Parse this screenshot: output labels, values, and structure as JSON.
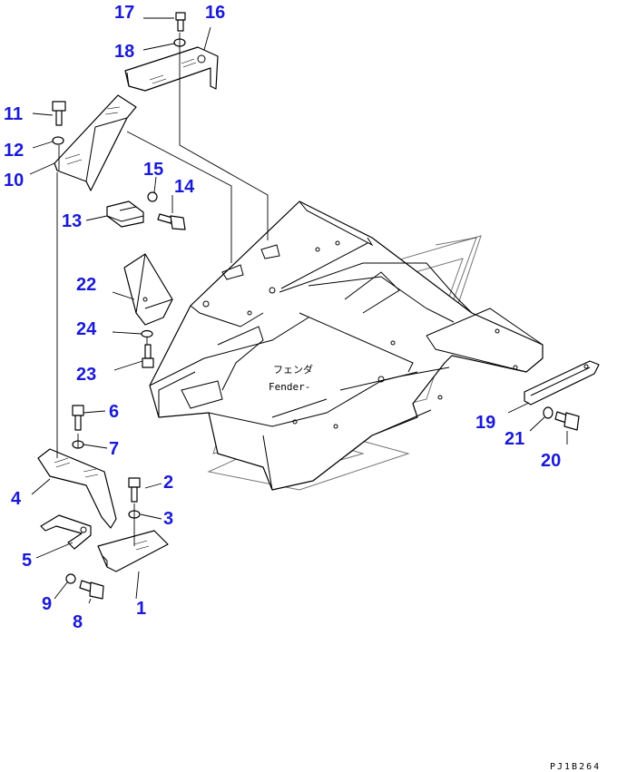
{
  "callouts": [
    {
      "id": "1",
      "label": "1"
    },
    {
      "id": "2",
      "label": "2"
    },
    {
      "id": "3",
      "label": "3"
    },
    {
      "id": "4",
      "label": "4"
    },
    {
      "id": "5",
      "label": "5"
    },
    {
      "id": "6",
      "label": "6"
    },
    {
      "id": "7",
      "label": "7"
    },
    {
      "id": "8",
      "label": "8"
    },
    {
      "id": "9",
      "label": "9"
    },
    {
      "id": "10",
      "label": "10"
    },
    {
      "id": "11",
      "label": "11"
    },
    {
      "id": "12",
      "label": "12"
    },
    {
      "id": "13",
      "label": "13"
    },
    {
      "id": "14",
      "label": "14"
    },
    {
      "id": "15",
      "label": "15"
    },
    {
      "id": "16",
      "label": "16"
    },
    {
      "id": "17",
      "label": "17"
    },
    {
      "id": "18",
      "label": "18"
    },
    {
      "id": "19",
      "label": "19"
    },
    {
      "id": "20",
      "label": "20"
    },
    {
      "id": "21",
      "label": "21"
    },
    {
      "id": "22",
      "label": "22"
    },
    {
      "id": "23",
      "label": "23"
    },
    {
      "id": "24",
      "label": "24"
    }
  ],
  "fender_label_jp": "フェンダ",
  "fender_label_en": "Fender-",
  "figure_code": "PJ1B264",
  "colors": {
    "callout": "#1a1ad6",
    "line": "#000000",
    "background": "#ffffff"
  }
}
